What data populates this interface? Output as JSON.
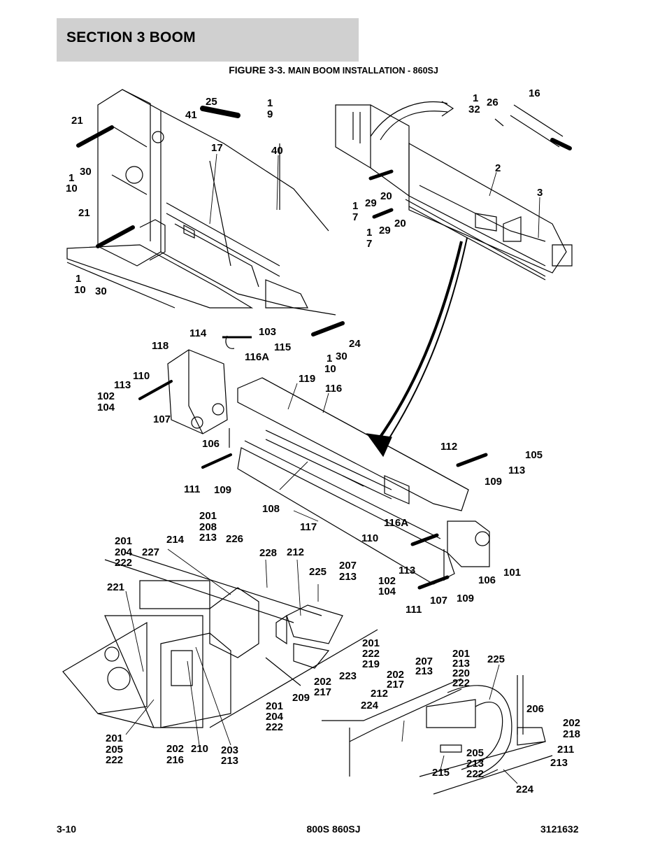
{
  "header": {
    "section": "SECTION 3   BOOM",
    "figure_label": "FIGURE 3-3.",
    "figure_caption": "MAIN BOOM INSTALLATION - 860SJ"
  },
  "callouts": {
    "c25": "25",
    "c1a": "1",
    "c9": "9",
    "c41": "41",
    "c17": "17",
    "c40": "40",
    "c21a": "21",
    "c30a": "30",
    "c1b": "1",
    "c10a": "10",
    "c21b": "21",
    "c1c": "1",
    "c10b": "10",
    "c30b": "30",
    "c1d": "1",
    "c32": "32",
    "c26": "26",
    "c16": "16",
    "c2": "2",
    "c3": "3",
    "c1e": "1",
    "c7a": "7",
    "c29a": "29",
    "c20a": "20",
    "c1f": "1",
    "c7b": "7",
    "c29b": "29",
    "c20b": "20",
    "c114": "114",
    "c103": "103",
    "c24": "24",
    "c118": "118",
    "c115": "115",
    "c116a1": "116A",
    "c1g": "1",
    "c30c": "30",
    "c10c": "10",
    "c110a": "110",
    "c113a": "113",
    "c102a": "102",
    "c104a": "104",
    "c119": "119",
    "c116": "116",
    "c107a": "107",
    "c106a": "106",
    "c111a": "111",
    "c109a": "109",
    "c112": "112",
    "c105": "105",
    "c113b": "113",
    "c109b": "109",
    "c108": "108",
    "c117": "117",
    "c116a2": "116A",
    "c110b": "110",
    "c113c": "113",
    "c102b": "102",
    "c104b": "104",
    "c106b": "106",
    "c101": "101",
    "c107b": "107",
    "c109c": "109",
    "c111b": "111",
    "c201a": "201",
    "c208": "208",
    "c213a": "213",
    "c201b": "201",
    "c204a": "204",
    "c222a": "222",
    "c214": "214",
    "c227": "227",
    "c226": "226",
    "c228": "228",
    "c212a": "212",
    "c221": "221",
    "c225a": "225",
    "c207a": "207",
    "c213b": "213",
    "c201c": "201",
    "c222b": "222",
    "c219": "219",
    "c202a": "202",
    "c217a": "217",
    "c223": "223",
    "c209": "209",
    "c201d": "201",
    "c204b": "204",
    "c222c": "222",
    "c201e": "201",
    "c205a": "205",
    "c222d": "222",
    "c202b": "202",
    "c216": "216",
    "c210": "210",
    "c203": "203",
    "c213c": "213",
    "c207b": "207",
    "c213d": "213",
    "c201f": "201",
    "c213e": "213",
    "c220": "220",
    "c222e": "222",
    "c225b": "225",
    "c202c": "202",
    "c217b": "217",
    "c212b": "212",
    "c224a": "224",
    "c206": "206",
    "c202d": "202",
    "c218": "218",
    "c211": "211",
    "c213f": "213",
    "c205b": "205",
    "c213g": "213",
    "c222f": "222",
    "c215": "215",
    "c224b": "224"
  },
  "footer": {
    "page_number": "3-10",
    "model": "800S 860SJ",
    "part_number": "3121632"
  }
}
